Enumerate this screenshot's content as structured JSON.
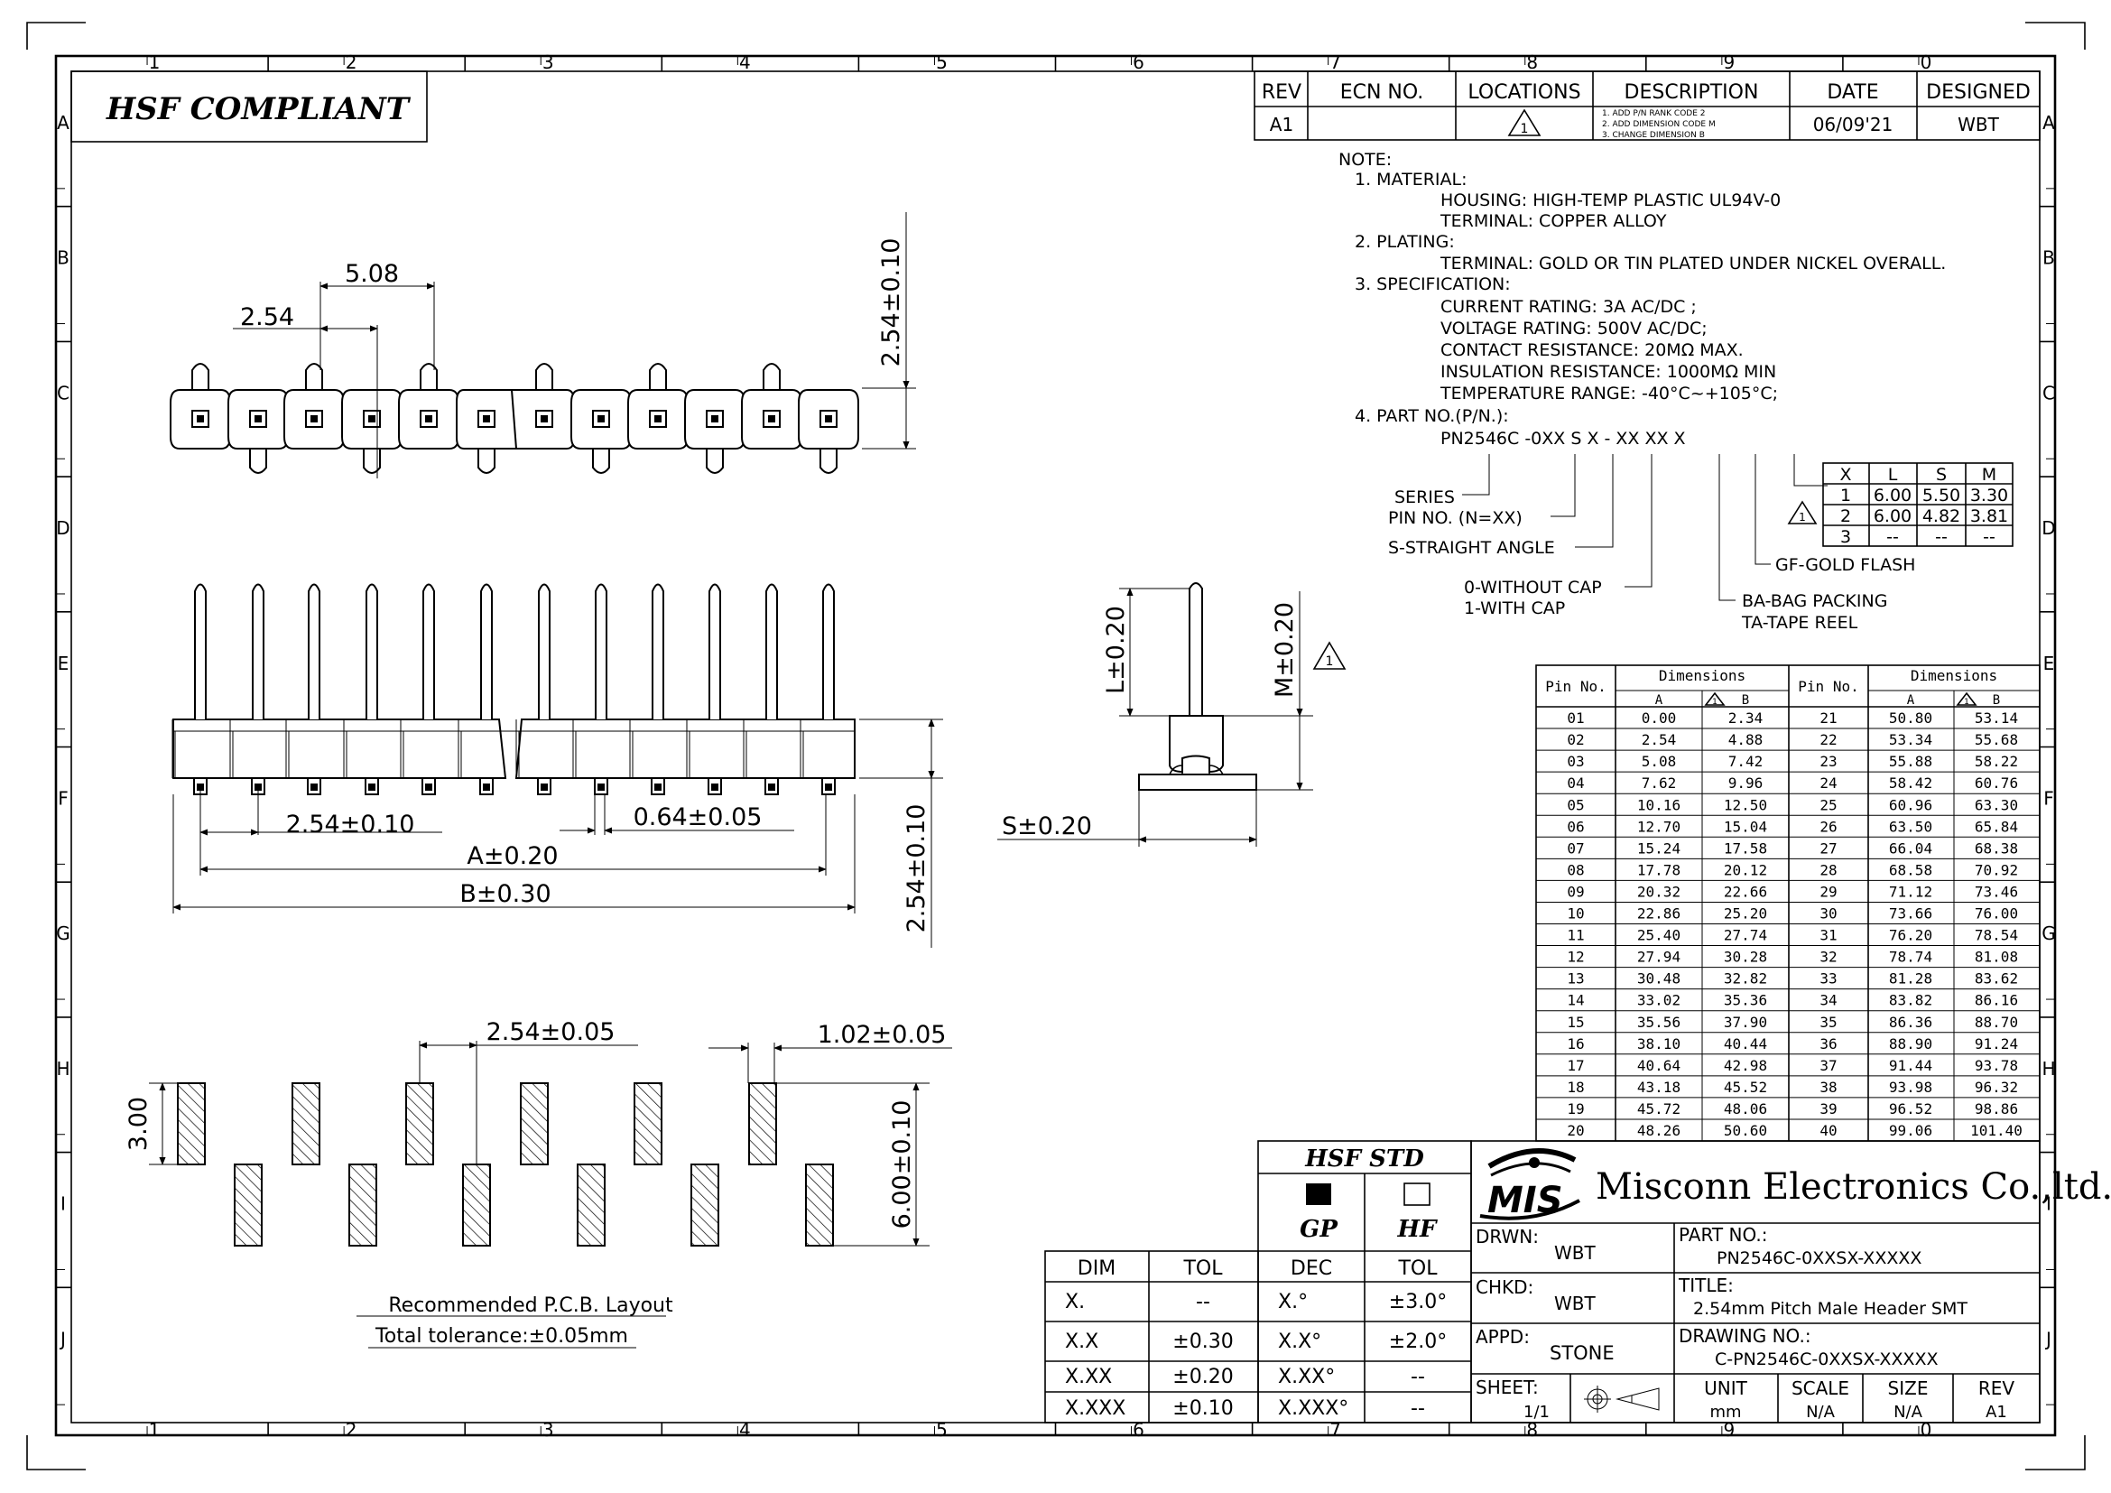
{
  "header": {
    "hsf_compliant": "HSF  COMPLIANT"
  },
  "grid": {
    "columns": [
      "1",
      "2",
      "3",
      "4",
      "5",
      "6",
      "7",
      "8",
      "9",
      "0"
    ],
    "rows": [
      "A",
      "B",
      "C",
      "D",
      "E",
      "F",
      "G",
      "H",
      "I",
      "J"
    ]
  },
  "revision": {
    "headers": [
      "REV",
      "ECN NO.",
      "LOCATIONS",
      "DESCRIPTION",
      "DATE",
      "DESIGNED"
    ],
    "row": {
      "rev": "A1",
      "ecn": "",
      "location": "1",
      "description": [
        "1. ADD P/N RANK CODE 2",
        "2. ADD DIMENSION CODE M",
        "3. CHANGE DIMENSION B"
      ],
      "date": "06/09'21",
      "designed": "WBT"
    }
  },
  "notes": {
    "title": "NOTE:",
    "material": "1.  MATERIAL:",
    "housing": "HOUSING:  HIGH-TEMP  PLASTIC    UL94V-0",
    "terminal_mat": "TERMINAL:  COPPER  ALLOY",
    "plating": "2.  PLATING:",
    "terminal_plating": "TERMINAL:  GOLD  OR  TIN  PLATED  UNDER    NICKEL  OVERALL.",
    "spec": "3.  SPECIFICATION:",
    "current": "CURRENT  RATING:  3A  AC/DC  ;",
    "voltage": "VOLTAGE  RATING:    500V  AC/DC;",
    "contact": "CONTACT  RESISTANCE:  20MΩ  MAX.",
    "insulation": "INSULATION  RESISTANCE:  1000MΩ  MIN",
    "temperature": "TEMPERATURE  RANGE:  -40°C~+105°C;",
    "part_no": "4.  PART  NO.(P/N.):",
    "pn_code": "PN2546C  -0XX  S    X    -  XX  XX   X",
    "series": "SERIES",
    "pin_no": "PIN  NO.  (N=XX)",
    "straight": "S-STRAIGHT  ANGLE",
    "without_cap": "0-WITHOUT  CAP",
    "with_cap": "1-WITH  CAP",
    "gold_flash": "GF-GOLD  FLASH",
    "bag": "BA-BAG  PACKING",
    "tape": "TA-TAPE  REEL"
  },
  "code_table": {
    "headers": [
      "X",
      "L",
      "S",
      "M"
    ],
    "rows": [
      [
        "1",
        "6.00",
        "5.50",
        "3.30"
      ],
      [
        "2",
        "6.00",
        "4.82",
        "3.81"
      ],
      [
        "3",
        "--",
        "--",
        "--"
      ]
    ]
  },
  "dimensions": {
    "pitch_top": "5.08",
    "pitch_254": "2.54",
    "height_top": "2.54±0.10",
    "pitch_side": "2.54±0.10",
    "pin_width": "0.64±0.05",
    "a_dim": "A±0.20",
    "b_dim": "B±0.30",
    "height_side": "2.54±0.10",
    "l_dim": "L±0.20",
    "m_dim": "M±0.20",
    "s_dim": "S±0.20",
    "pcb_pitch": "2.54±0.05",
    "pcb_pad_w": "1.02±0.05",
    "pcb_h1": "3.00",
    "pcb_h2": "6.00±0.10",
    "pcb_caption": "Recommended  P.C.B.  Layout",
    "pcb_tolerance": "Total  tolerance:±0.05mm",
    "rev_mark": "1"
  },
  "pin_table": {
    "headers": {
      "pin": "Pin No.",
      "dims": "Dimensions",
      "a": "A",
      "b": "B"
    },
    "rows": [
      [
        "01",
        "0.00",
        "2.34",
        "21",
        "50.80",
        "53.14"
      ],
      [
        "02",
        "2.54",
        "4.88",
        "22",
        "53.34",
        "55.68"
      ],
      [
        "03",
        "5.08",
        "7.42",
        "23",
        "55.88",
        "58.22"
      ],
      [
        "04",
        "7.62",
        "9.96",
        "24",
        "58.42",
        "60.76"
      ],
      [
        "05",
        "10.16",
        "12.50",
        "25",
        "60.96",
        "63.30"
      ],
      [
        "06",
        "12.70",
        "15.04",
        "26",
        "63.50",
        "65.84"
      ],
      [
        "07",
        "15.24",
        "17.58",
        "27",
        "66.04",
        "68.38"
      ],
      [
        "08",
        "17.78",
        "20.12",
        "28",
        "68.58",
        "70.92"
      ],
      [
        "09",
        "20.32",
        "22.66",
        "29",
        "71.12",
        "73.46"
      ],
      [
        "10",
        "22.86",
        "25.20",
        "30",
        "73.66",
        "76.00"
      ],
      [
        "11",
        "25.40",
        "27.74",
        "31",
        "76.20",
        "78.54"
      ],
      [
        "12",
        "27.94",
        "30.28",
        "32",
        "78.74",
        "81.08"
      ],
      [
        "13",
        "30.48",
        "32.82",
        "33",
        "81.28",
        "83.62"
      ],
      [
        "14",
        "33.02",
        "35.36",
        "34",
        "83.82",
        "86.16"
      ],
      [
        "15",
        "35.56",
        "37.90",
        "35",
        "86.36",
        "88.70"
      ],
      [
        "16",
        "38.10",
        "40.44",
        "36",
        "88.90",
        "91.24"
      ],
      [
        "17",
        "40.64",
        "42.98",
        "37",
        "91.44",
        "93.78"
      ],
      [
        "18",
        "43.18",
        "45.52",
        "38",
        "93.98",
        "96.32"
      ],
      [
        "19",
        "45.72",
        "48.06",
        "39",
        "96.52",
        "98.86"
      ],
      [
        "20",
        "48.26",
        "50.60",
        "40",
        "99.06",
        "101.40"
      ]
    ]
  },
  "tolerance_table": {
    "headers": [
      "DIM",
      "TOL"
    ],
    "rows": [
      [
        "X.",
        "--"
      ],
      [
        "X.X",
        "±0.30"
      ],
      [
        "X.XX",
        "±0.20"
      ],
      [
        "X.XXX",
        "±0.10"
      ]
    ]
  },
  "hsf_std": {
    "title": "HSF  STD",
    "gp": "GP",
    "hf": "HF",
    "headers": [
      "DEC",
      "TOL"
    ],
    "rows": [
      [
        "X.°",
        "±3.0°"
      ],
      [
        "X.X°",
        "±2.0°"
      ],
      [
        "X.XX°",
        "--"
      ],
      [
        "X.XXX°",
        "--"
      ]
    ]
  },
  "title_block": {
    "logo": "MIS",
    "company": "Misconn Electronics Co.,ltd.",
    "drwn_label": "DRWN:",
    "drwn": "WBT",
    "chkd_label": "CHKD:",
    "chkd": "WBT",
    "appd_label": "APPD:",
    "appd": "STONE",
    "sheet_label": "SHEET:",
    "sheet": "1/1",
    "part_label": "PART  NO.:",
    "part": "PN2546C-0XXSX-XXXXX",
    "title_label": "TITLE:",
    "title": "2.54mm  Pitch  Male  Header  SMT",
    "drawing_label": "DRAWING  NO.:",
    "drawing": "C-PN2546C-0XXSX-XXXXX",
    "unit_label": "UNIT",
    "unit": "mm",
    "scale_label": "SCALE",
    "scale": "N/A",
    "size_label": "SIZE",
    "size": "N/A",
    "rev_label": "REV",
    "rev": "A1"
  }
}
